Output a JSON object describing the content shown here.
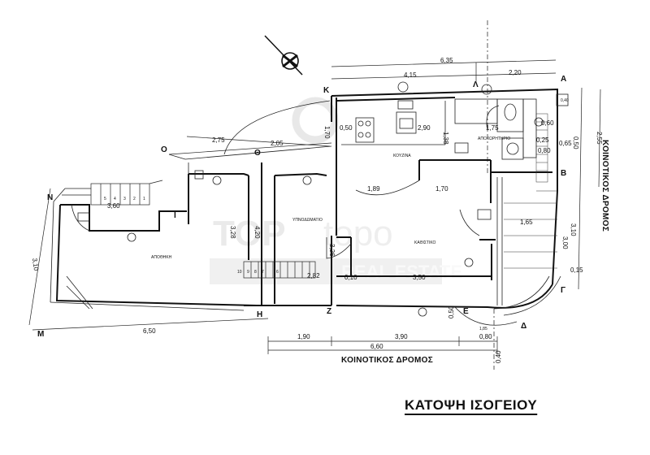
{
  "title": "ΚΑΤΟΨΗ ΙΣΟΓΕΙΟΥ",
  "roads": {
    "bottom": "ΚΟΙΝΟΤΙΚΟΣ ΔΡΟΜΟΣ",
    "right": "ΚΟΙΝΟΤΙΚΟΣ ΔΡΟΜΟΣ"
  },
  "rooms": {
    "wc": "ΑΠΟΧΩΡΗΤΗΡΙΟ",
    "kitchen": "ΚΟΥΖΙΝΑ",
    "living": "ΚΑΘΙΣΤΙΚΟ",
    "bedroom": "ΥΠΝΟΔΩΜΑΤΙΟ",
    "storage": "ΑΠΟΘΗΚΗ"
  },
  "corners": {
    "A": "Α",
    "B": "Β",
    "G": "Γ",
    "D": "Δ",
    "E": "Ε",
    "Z": "Ζ",
    "H": "Η",
    "Th": "Θ",
    "I": "Ι",
    "K": "Κ",
    "L": "Λ",
    "M": "Μ",
    "N": "Ν",
    "O": "Ο"
  },
  "dimensions": {
    "top_total": "6,35",
    "top_left": "4,15",
    "top_right": "2,20",
    "right_total": "2,55",
    "right_side": "3,10",
    "right_lower": "3,00",
    "right_a": "0,65",
    "right_b": "0,50",
    "right_c": "0,15",
    "bottom_total": "6,60",
    "bottom_a": "1,90",
    "bottom_b": "3,90",
    "bottom_c": "0,80",
    "bottom_d": "0,50",
    "bottom_e": "0,40",
    "left_bottom": "6,50",
    "left_side": "3,10",
    "upper_a": "2,75",
    "upper_b": "2,05",
    "upper_c": "1,70",
    "kitchen_a": "0,50",
    "kitchen_b": "2,90",
    "kitchen_c": "1,38",
    "kitchen_d": "1,75",
    "kitchen_e": "0,25",
    "living_a": "1,89",
    "living_b": "1,70",
    "living_c": "1,65",
    "living_d": "3,50",
    "living_e": "0,10",
    "living_f": "2,82",
    "vert_a": "3,28",
    "vert_b": "4,20",
    "vert_c": "3,26",
    "stair_a": "3,60",
    "wc_a": "0,80",
    "wc_b": "0,60",
    "small_label": "0,40",
    "corner_dim": "1,85"
  },
  "stair_numbers": [
    "1",
    "2",
    "3",
    "4",
    "5",
    "6",
    "7",
    "8",
    "9",
    "10"
  ],
  "watermark": {
    "line1": "TOP",
    "line2": "topo",
    "line3": "REAL ESTATE"
  }
}
